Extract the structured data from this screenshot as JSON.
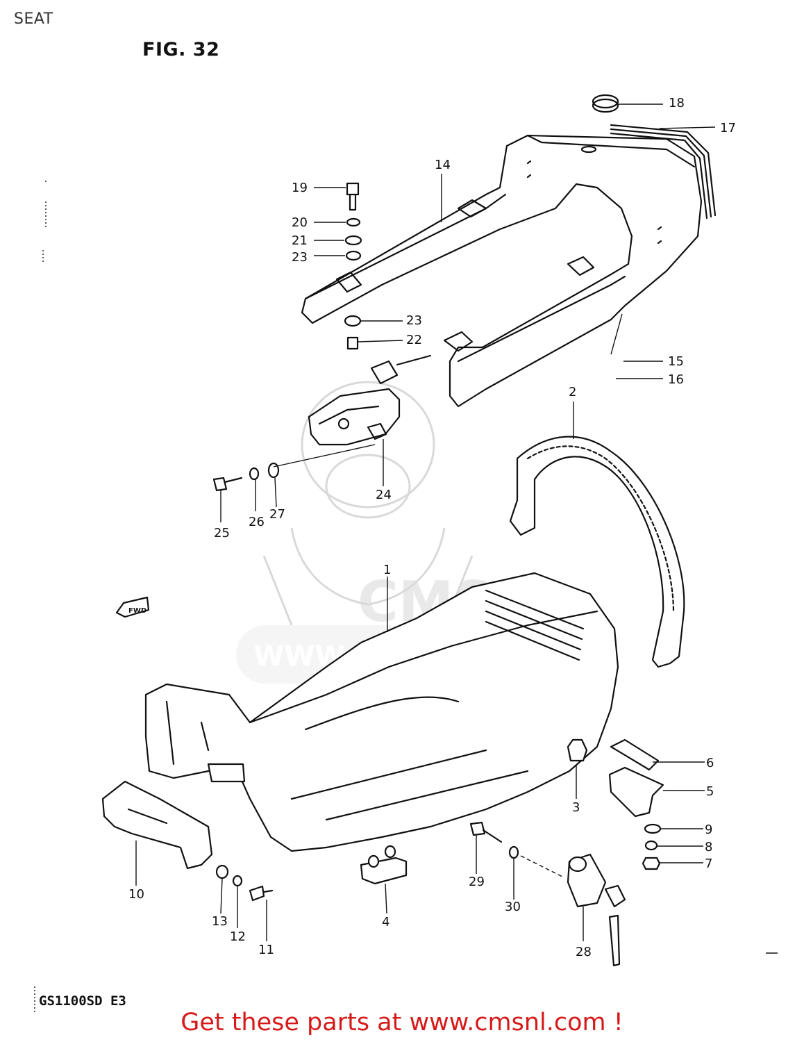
{
  "header": {
    "page_title": "SEAT",
    "figure": "FIG. 32"
  },
  "footer": {
    "model_code": "GS1100SD E3",
    "link_text": "Get these parts at www.cmsnl.com !"
  },
  "watermark": {
    "logo_text": "CMS",
    "url_text": "WWW.CMSNL.COM"
  },
  "colors": {
    "link": "#d61a1a",
    "line": "#111111",
    "watermark": "#dddddd"
  },
  "forward_marker": "FWD",
  "callouts": [
    {
      "id": "c1",
      "text": "1"
    },
    {
      "id": "c2",
      "text": "2"
    },
    {
      "id": "c3",
      "text": "3"
    },
    {
      "id": "c4",
      "text": "4"
    },
    {
      "id": "c5",
      "text": "5"
    },
    {
      "id": "c6",
      "text": "6"
    },
    {
      "id": "c7",
      "text": "7"
    },
    {
      "id": "c8",
      "text": "8"
    },
    {
      "id": "c9",
      "text": "9"
    },
    {
      "id": "c10",
      "text": "10"
    },
    {
      "id": "c11",
      "text": "11"
    },
    {
      "id": "c12",
      "text": "12"
    },
    {
      "id": "c13",
      "text": "13"
    },
    {
      "id": "c14",
      "text": "14"
    },
    {
      "id": "c15",
      "text": "15"
    },
    {
      "id": "c16",
      "text": "16"
    },
    {
      "id": "c17",
      "text": "17"
    },
    {
      "id": "c18",
      "text": "18"
    },
    {
      "id": "c19",
      "text": "19"
    },
    {
      "id": "c20",
      "text": "20"
    },
    {
      "id": "c21",
      "text": "21"
    },
    {
      "id": "c23a",
      "text": "23"
    },
    {
      "id": "c23b",
      "text": "23"
    },
    {
      "id": "c22",
      "text": "22"
    },
    {
      "id": "c24",
      "text": "24"
    },
    {
      "id": "c25",
      "text": "25"
    },
    {
      "id": "c26",
      "text": "26"
    },
    {
      "id": "c27",
      "text": "27"
    },
    {
      "id": "c28",
      "text": "28"
    },
    {
      "id": "c29",
      "text": "29"
    },
    {
      "id": "c30",
      "text": "30"
    }
  ]
}
